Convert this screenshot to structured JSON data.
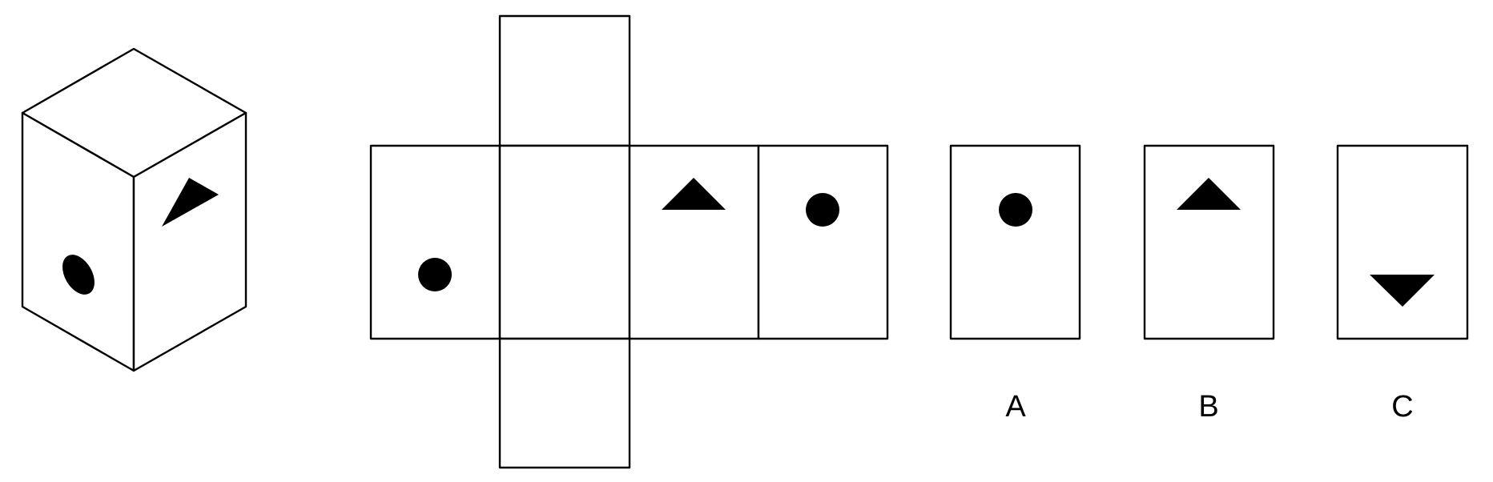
{
  "options": [
    {
      "label": "A",
      "symbol": "circle"
    },
    {
      "label": "B",
      "symbol": "triangle-up"
    },
    {
      "label": "C",
      "symbol": "triangle-down"
    }
  ],
  "net_faces": [
    {
      "position": "top",
      "symbol": ""
    },
    {
      "position": "left",
      "symbol": "circle"
    },
    {
      "position": "center",
      "symbol": ""
    },
    {
      "position": "right-1",
      "symbol": "triangle-up"
    },
    {
      "position": "right-2",
      "symbol": "circle"
    },
    {
      "position": "bottom",
      "symbol": ""
    }
  ],
  "cube": {
    "front_face_symbol": "circle",
    "right_face_symbol": "triangle"
  },
  "colors": {
    "stroke": "#000000",
    "fill": "#ffffff",
    "mark": "#000000"
  }
}
